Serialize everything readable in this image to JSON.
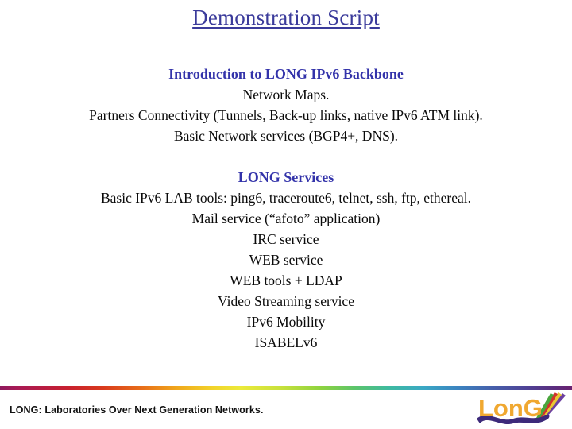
{
  "slide": {
    "title": "Demonstration Script",
    "sections": [
      {
        "heading": "Introduction to LONG IPv6 Backbone",
        "lines": [
          "Network Maps.",
          "Partners Connectivity (Tunnels, Back-up links, native IPv6 ATM link).",
          "Basic Network services (BGP4+, DNS)."
        ]
      },
      {
        "heading": "LONG Services",
        "lines": [
          "Basic IPv6 LAB tools: ping6, traceroute6, telnet, ssh, ftp, ethereal.",
          "Mail service (“afoto” application)",
          "IRC service",
          "WEB service",
          "WEB tools + LDAP",
          "Video Streaming service",
          "IPv6 Mobility",
          "ISABELv6"
        ]
      }
    ]
  },
  "footer": {
    "text": "LONG: Laboratories Over Next Generation Networks.",
    "logo_text": "LonG",
    "logo_name": "long-project-logo"
  },
  "colors": {
    "title": "#3b3b9b",
    "heading": "#3333aa",
    "body": "#0a0a0a",
    "footer_text": "#111111",
    "logo_gold": "#f0a830",
    "logo_purple": "#3d2a7a",
    "rule_start": "#8e1a5e",
    "rule_end": "#6b2170",
    "background": "#ffffff"
  }
}
